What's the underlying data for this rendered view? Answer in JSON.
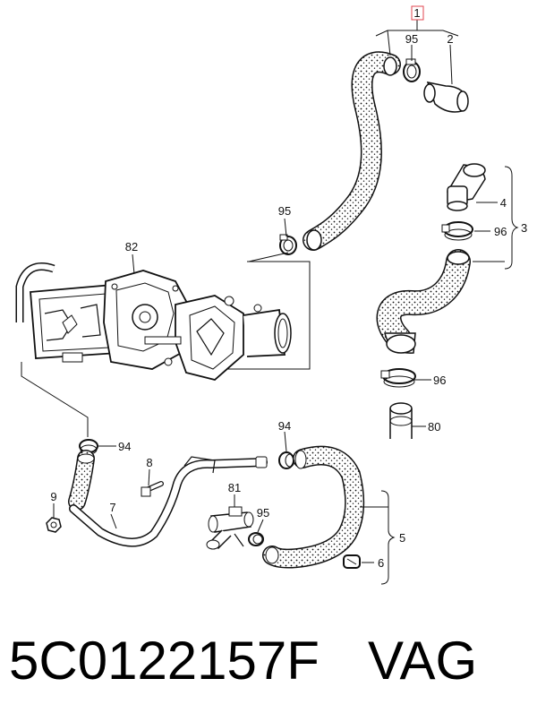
{
  "diagram": {
    "part_labels": {
      "p1": "1",
      "p95_top": "95",
      "p2": "2",
      "p95_left": "95",
      "p4": "4",
      "p3": "3",
      "p96_mid": "96",
      "p82": "82",
      "p96_low": "96",
      "p80": "80",
      "p94_left": "94",
      "p94_mid": "94",
      "p8": "8",
      "p81": "81",
      "p95_low": "95",
      "p9": "9",
      "p7": "7",
      "p5": "5",
      "p6": "6"
    },
    "colors": {
      "line": "#111111",
      "highlight_box": "#e0454f",
      "background": "#ffffff"
    }
  },
  "caption": {
    "part_number": "5C0122157F",
    "brand": "VAG"
  }
}
